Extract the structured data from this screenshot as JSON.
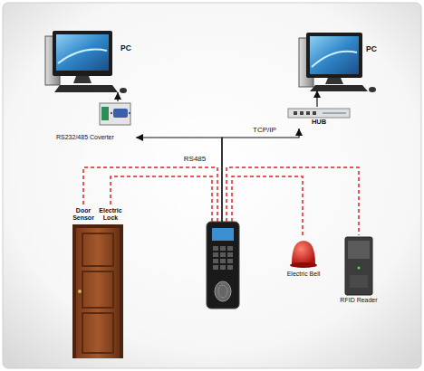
{
  "diagram": {
    "nodes": [
      {
        "text": [
          "PC"
        ]
      },
      {
        "text": [
          "PC"
        ]
      },
      {
        "text": [
          "RS232/485 Coverter"
        ]
      },
      {
        "text": [
          "HUB"
        ]
      },
      {
        "text": [
          "Door Sensor",
          "Electric Lock"
        ]
      },
      {
        "text": []
      },
      {
        "text": [
          "Electric Bell"
        ]
      },
      {
        "text": [
          "RFID Reader"
        ]
      }
    ],
    "edges": [
      {
        "from": 2,
        "to": 0,
        "arrow": "to"
      },
      {
        "from": 3,
        "to": 1,
        "arrow": "to"
      },
      {
        "from": 5,
        "to": 2,
        "label": "RS485",
        "arrow": "to"
      },
      {
        "from": 5,
        "to": 3,
        "label": "TCP/IP",
        "arrow": "to"
      },
      {
        "from": 5,
        "to": 4,
        "arrow": "none"
      },
      {
        "from": 5,
        "to": 4,
        "arrow": "none"
      },
      {
        "from": 5,
        "to": 6,
        "arrow": "none"
      },
      {
        "from": 5,
        "to": 7,
        "arrow": "none"
      }
    ]
  }
}
